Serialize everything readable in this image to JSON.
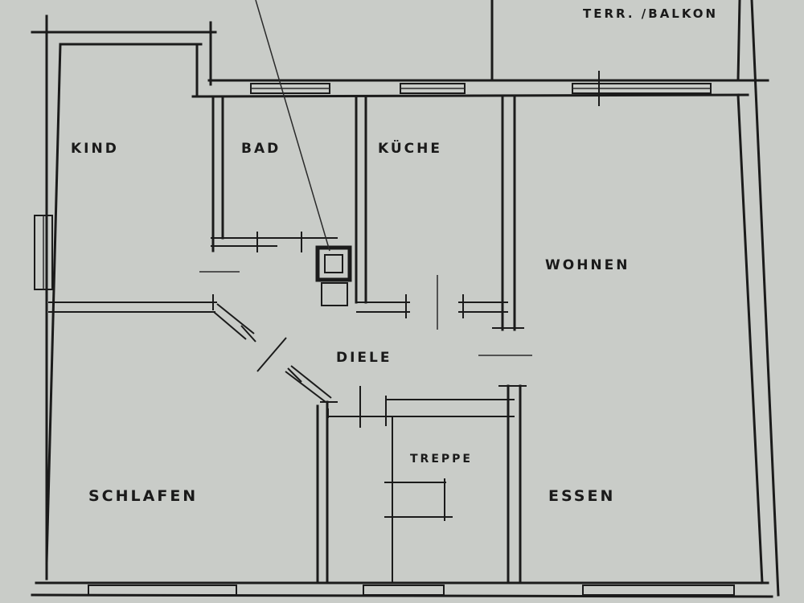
{
  "plan": {
    "colors": {
      "paper": "#c9ccc8",
      "ink": "#1b1b1b"
    },
    "labels": {
      "terrace": "TERR. /BALKON",
      "kind": "KIND",
      "bad": "BAD",
      "kueche": "KÜCHE",
      "wohnen": "WOHNEN",
      "diele": "DIELE",
      "treppe": "TREPPE",
      "schlafen": "SCHLAFEN",
      "essen": "ESSEN"
    }
  }
}
